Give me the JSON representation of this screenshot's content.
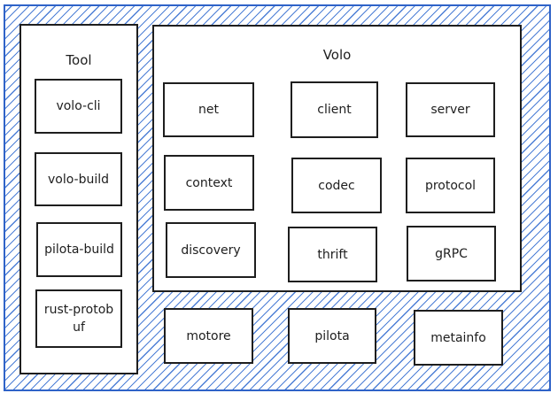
{
  "tool": {
    "title": "Tool",
    "items": [
      "volo-cli",
      "volo-build",
      "pilota-build",
      "rust-protobuf"
    ]
  },
  "volo": {
    "title": "Volo",
    "items": [
      "net",
      "client",
      "server",
      "context",
      "codec",
      "protocol",
      "discovery",
      "thrift",
      "gRPC"
    ]
  },
  "bottom": {
    "items": [
      "motore",
      "pilota",
      "metainfo"
    ]
  },
  "colors": {
    "outer_border": "#2f63c8",
    "hatch": "#4d7fd6",
    "box_border": "#1e1e1e",
    "box_fill": "#ffffff"
  }
}
